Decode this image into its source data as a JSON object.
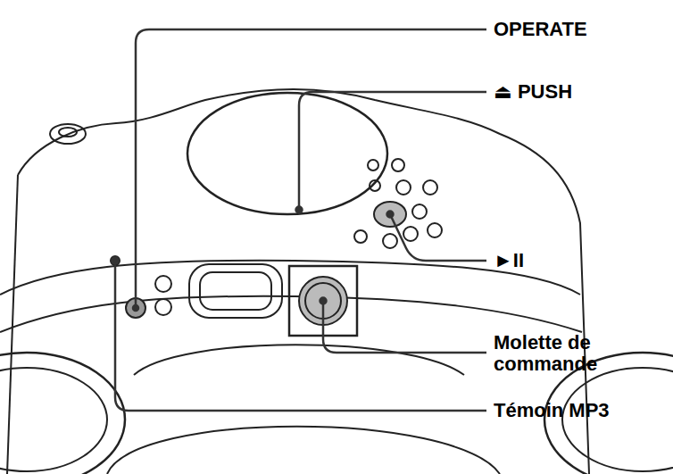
{
  "diagram": {
    "labels": [
      "OPERATE",
      "⏏ PUSH",
      "►II",
      "Molette de commande",
      "Témoin MP3"
    ]
  }
}
